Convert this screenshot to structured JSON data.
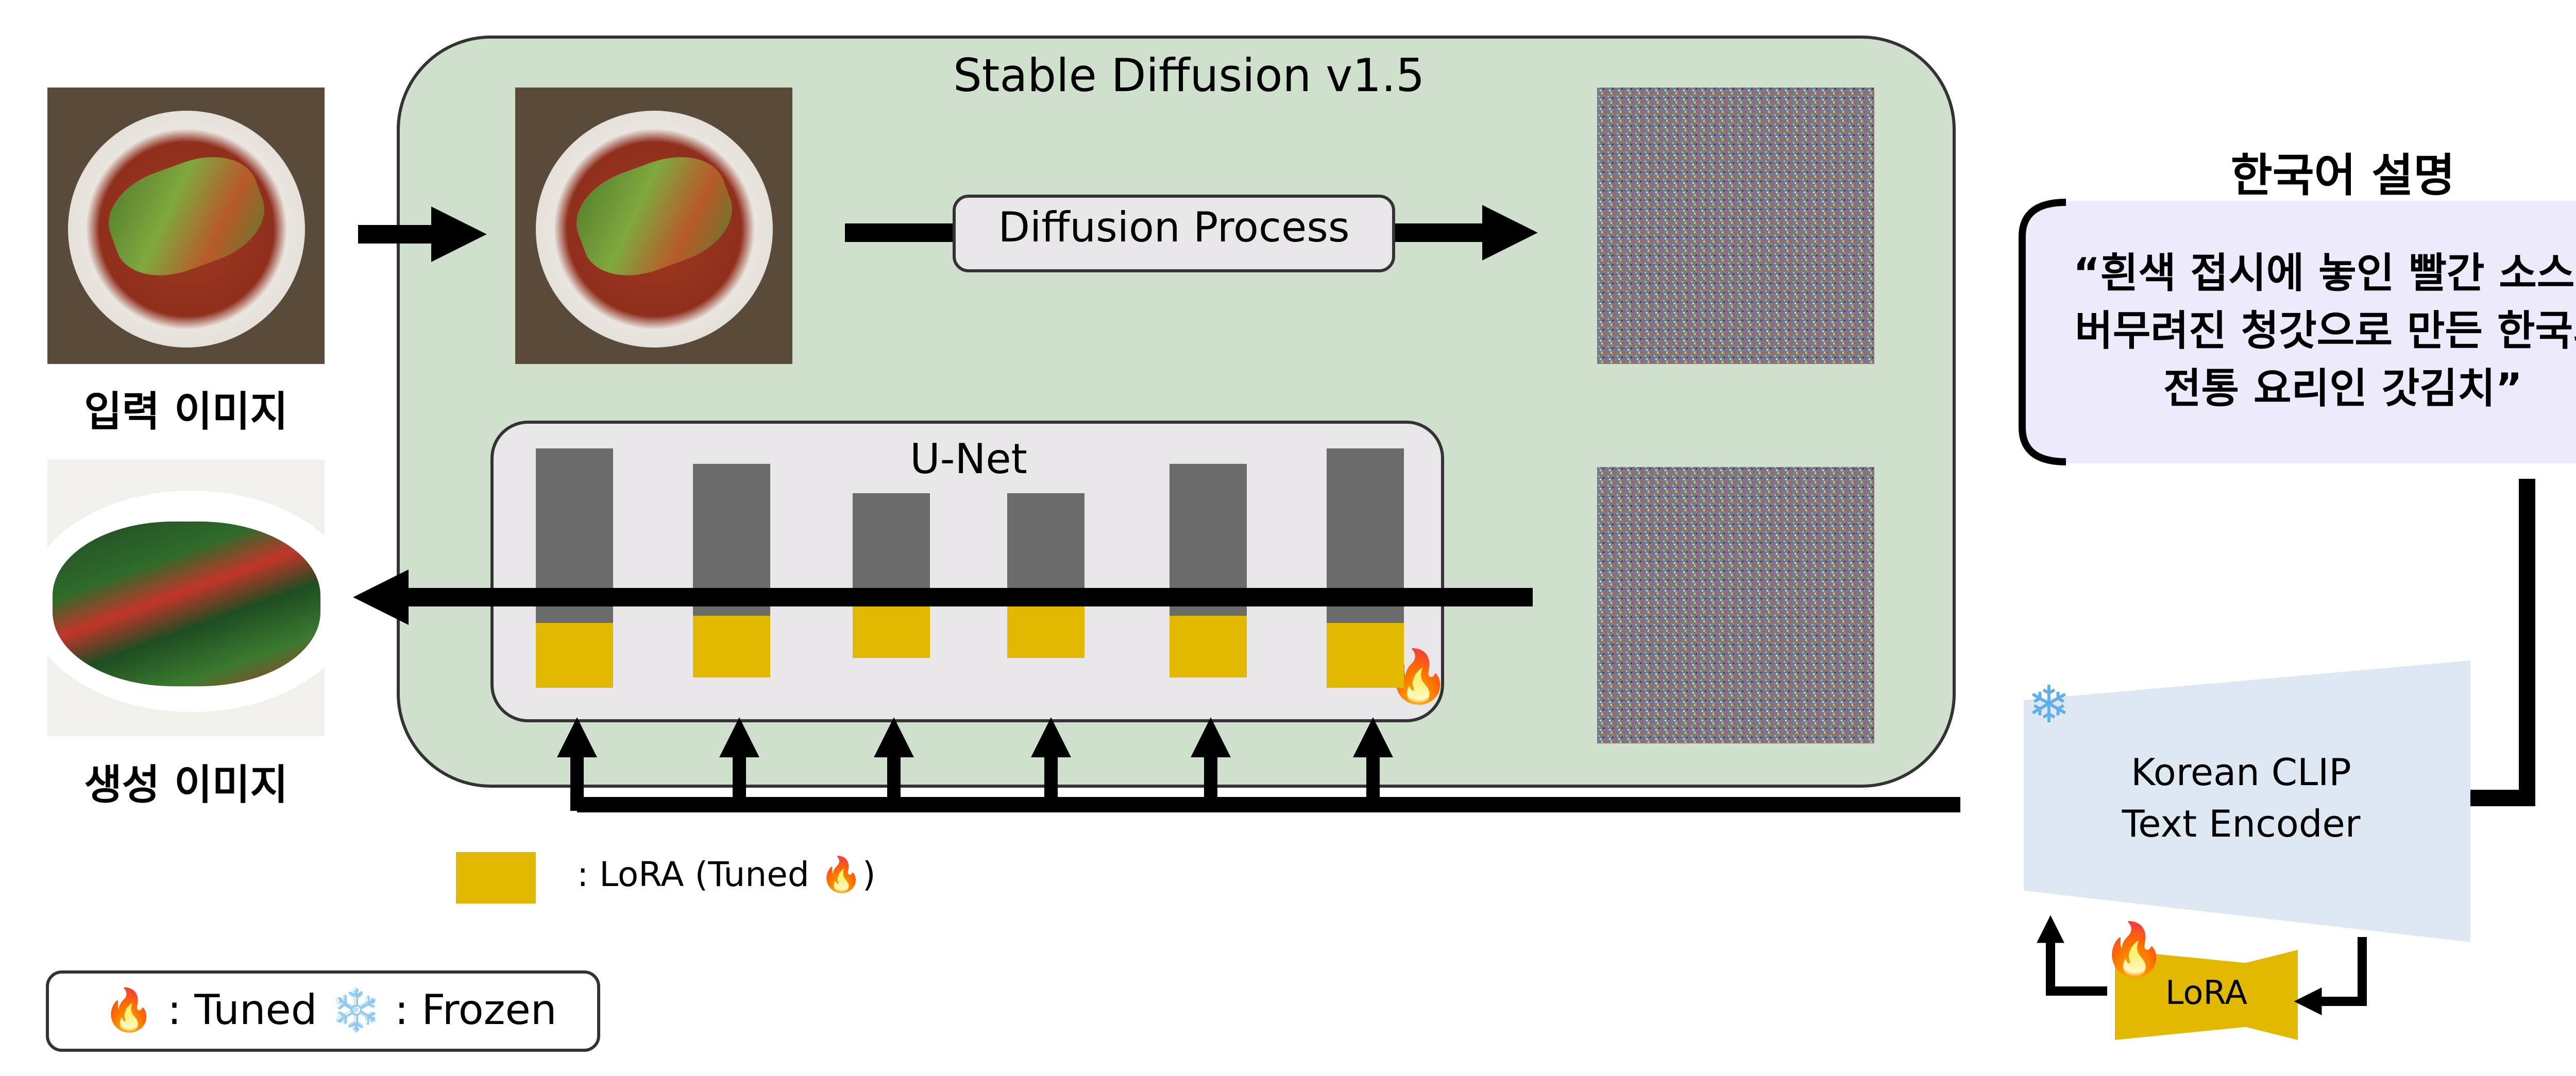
{
  "title": "Stable Diffusion v1.5",
  "input_label": "입력 이미지",
  "output_label": "생성 이미지",
  "diffusion_process": "Diffusion Process",
  "unet_label": "U-Net",
  "korean_desc_title": "한국어 설명",
  "korean_desc_lines": [
    "“흰색 접시에 놓인 빨간 소스로",
    "버무려진 청갓으로 만든 한국의",
    "전통 요리인 갓김치”"
  ],
  "text_encoder_lines": [
    "Korean CLIP",
    "Text Encoder"
  ],
  "lora_label": "LoRA",
  "legend_lora": ": LoRA (Tuned 🔥)",
  "legend_state": "🔥 : Tuned ❄️ : Frozen",
  "icons": {
    "tuned": "fire-icon",
    "frozen": "snowflake-icon"
  },
  "unet_blocks": [
    {
      "gray_frac": 0.73,
      "lora_frac": 0.27
    },
    {
      "gray_frac": 0.71,
      "lora_frac": 0.29
    },
    {
      "gray_frac": 0.65,
      "lora_frac": 0.35
    },
    {
      "gray_frac": 0.65,
      "lora_frac": 0.35
    },
    {
      "gray_frac": 0.71,
      "lora_frac": 0.29
    },
    {
      "gray_frac": 0.73,
      "lora_frac": 0.27
    }
  ],
  "colors": {
    "sd_panel": "#cfe1cc",
    "unet_panel": "#e8e6e8",
    "lora": "#e2b900",
    "block_gray": "#6b6b6b",
    "desc_box": "#edeafb",
    "encoder": "#dde8f3"
  }
}
